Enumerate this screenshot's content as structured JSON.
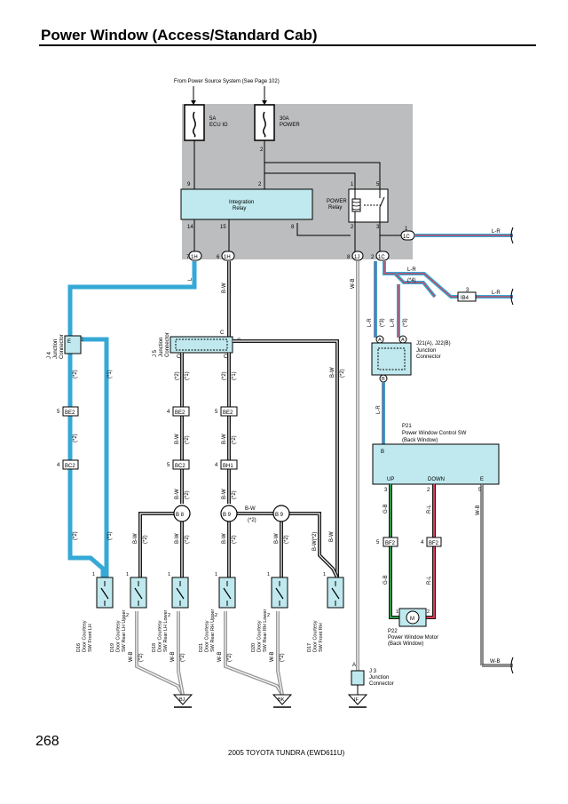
{
  "page": {
    "title": "Power Window (Access/Standard Cab)",
    "number": "268",
    "footer": "2005 TOYOTA TUNDRA (EWD611U)"
  },
  "colors": {
    "relay_box_fill": "#bcbdbe",
    "component_fill": "#bfe9ee",
    "wire_light_blue": "#35a9d6",
    "wire_red": "#d93a50",
    "wire_green": "#2f9a4c",
    "wire_gray": "#9a9a9a",
    "wire_black": "#1a1a1a"
  },
  "diagram": {
    "source_note": "From Power Source System (See Page 102)",
    "fuses": [
      {
        "rating": "5A",
        "name": "ECU IG"
      },
      {
        "rating": "30A",
        "name": "POWER"
      }
    ],
    "integration_relay": {
      "line1": "Integration",
      "line2": "Relay"
    },
    "power_relay": {
      "line1": "POWER",
      "line2": "Relay"
    },
    "pins": {
      "fuse2": "2",
      "p9": "9",
      "p2": "2",
      "p1": "1",
      "p5": "5",
      "p14": "14",
      "p15": "15",
      "p8": "8",
      "p2b": "2",
      "p3": "3",
      "p1c": "1",
      "p7": "7",
      "p6": "6",
      "p8b": "8",
      "p2c": "2"
    },
    "connectors": {
      "ic_1c_right": "1C",
      "ic_1h_7": "1H",
      "ic_1h_6": "1H",
      "ic_1j": "1J",
      "ic_1c_2": "1C",
      "ib4": "IB4",
      "be2_a": "BE2",
      "be2_b": "BE2",
      "be2_c": "BE2",
      "bc2_a": "BC2",
      "bc2_b": "BC2",
      "bh1": "BH1",
      "bf2_a": "BF2",
      "bf2_b": "BF2",
      "n5a": "5",
      "n4a": "4",
      "n5b": "5",
      "n4b": "4",
      "n5c": "5",
      "n4c": "4",
      "n3": "3",
      "n2": "2"
    },
    "wires": {
      "lr_top": "L-R",
      "lr_mid": "L-R",
      "lr_mid_note": "(*4)",
      "lr_right": "L-R",
      "lr_v1": "L-R",
      "lr_v1_note": "(*3)",
      "lr_v2": "L-R",
      "lr_v2_note": "(*3)",
      "lr_low": "L-R",
      "l_blue": "L",
      "bw_v": "B-W",
      "wb_v": "W-B",
      "gb1": "G-B",
      "rl1": "R-L",
      "gb2": "G-B",
      "rl2": "R-L",
      "wb_right": "W-B",
      "wb_bottom": "W-B",
      "bw_right": "B-W",
      "bw_right_note": "(*2)",
      "bw_h": "B-W",
      "bw_h_note": "(*2)",
      "bw2": "B-W(*2)",
      "bw3": "B-W"
    },
    "left_wire_notes": [
      "(*2)",
      "(*1)",
      "(*2)",
      "(*2)",
      "(*1)"
    ],
    "junctions": {
      "j4": {
        "label": "J 4",
        "sub": "Junction",
        "sub2": "Connector",
        "pin": "E",
        "pin2": "E"
      },
      "j5": {
        "label": "J 5",
        "sub": "Junction",
        "sub2": "Connector",
        "pin": "C",
        "pin2": "C"
      },
      "j21": {
        "label": "J21(A), J22(B)",
        "sub": "Junction",
        "sub2": "Connector",
        "pins": [
          "A",
          "A",
          "B"
        ]
      },
      "j3": {
        "label": "J 3",
        "sub": "Junction",
        "sub2": "Connector",
        "pin": "A"
      }
    },
    "column_labels": {
      "c1": "C",
      "c2": "C",
      "e1": "E",
      "a1": "(*2)",
      "a2": "(*1)",
      "a3": "(*2)",
      "a4": "(*1)",
      "b1": "B-W",
      "b1n": "(*2)",
      "b2": "B-W",
      "b2n": "(*2)",
      "c3": "B-W",
      "c3n": "(*2)",
      "c4": "B-W",
      "c4n": "(*2)",
      "d1": "B-W",
      "d1n": "(*2)",
      "d2": "B-W",
      "d2n": "(*2)",
      "b3": "B-W",
      "b3n": "(*2)",
      "b4": "B-W",
      "b4n": "(*2)",
      "e3": "B-W",
      "e3n": "(*2)",
      "e4": "B-W",
      "e4n": "(*2)",
      "f1": "B-W",
      "f1n": "(*2)"
    },
    "splices": [
      "B 8",
      "B 9",
      "B 9"
    ],
    "switches": [
      {
        "id": "D16",
        "l1": "Door Courtesy",
        "l2": "SW Front LH",
        "pin_top": "1"
      },
      {
        "id": "D19",
        "l1": "Door Courtesy",
        "l2": "SW Rear LH Upper",
        "pin_top": "1",
        "pin_bot": "2"
      },
      {
        "id": "D18",
        "l1": "Door Courtesy",
        "l2": "SW Rear LH Lower",
        "pin_top": "1",
        "pin_bot": "2"
      },
      {
        "id": "D21",
        "l1": "Door Courtesy",
        "l2": "SW Rear RH Upper",
        "pin_top": "1",
        "pin_bot": "2"
      },
      {
        "id": "D20",
        "l1": "Door Courtesy",
        "l2": "SW Rear RH Lower",
        "pin_top": "1",
        "pin_bot": "2"
      },
      {
        "id": "D17",
        "l1": "Door Courtesy",
        "l2": "SW Front RH",
        "pin_top": "1"
      }
    ],
    "bottom_wires": [
      {
        "label": "W-B",
        "note": "(*2)"
      },
      {
        "label": "W-B",
        "note": "(*2)"
      },
      {
        "label": "W-B",
        "note": "(*2)"
      },
      {
        "label": "W-B",
        "note": "(*2)"
      }
    ],
    "grounds": [
      "BJ",
      "BK",
      "IF"
    ],
    "p21": {
      "id": "P21",
      "name": "Power Window Control SW",
      "sub": "(Back Window)",
      "pin_b": "B",
      "up": "UP",
      "down": "DOWN",
      "pin_e": "E",
      "p3": "3",
      "p2": "2",
      "p5": "5"
    },
    "p22": {
      "id": "P22",
      "name": "Power Window Motor",
      "sub": "(Back Window)",
      "m": "M",
      "p1": "1",
      "p2": "2"
    }
  }
}
